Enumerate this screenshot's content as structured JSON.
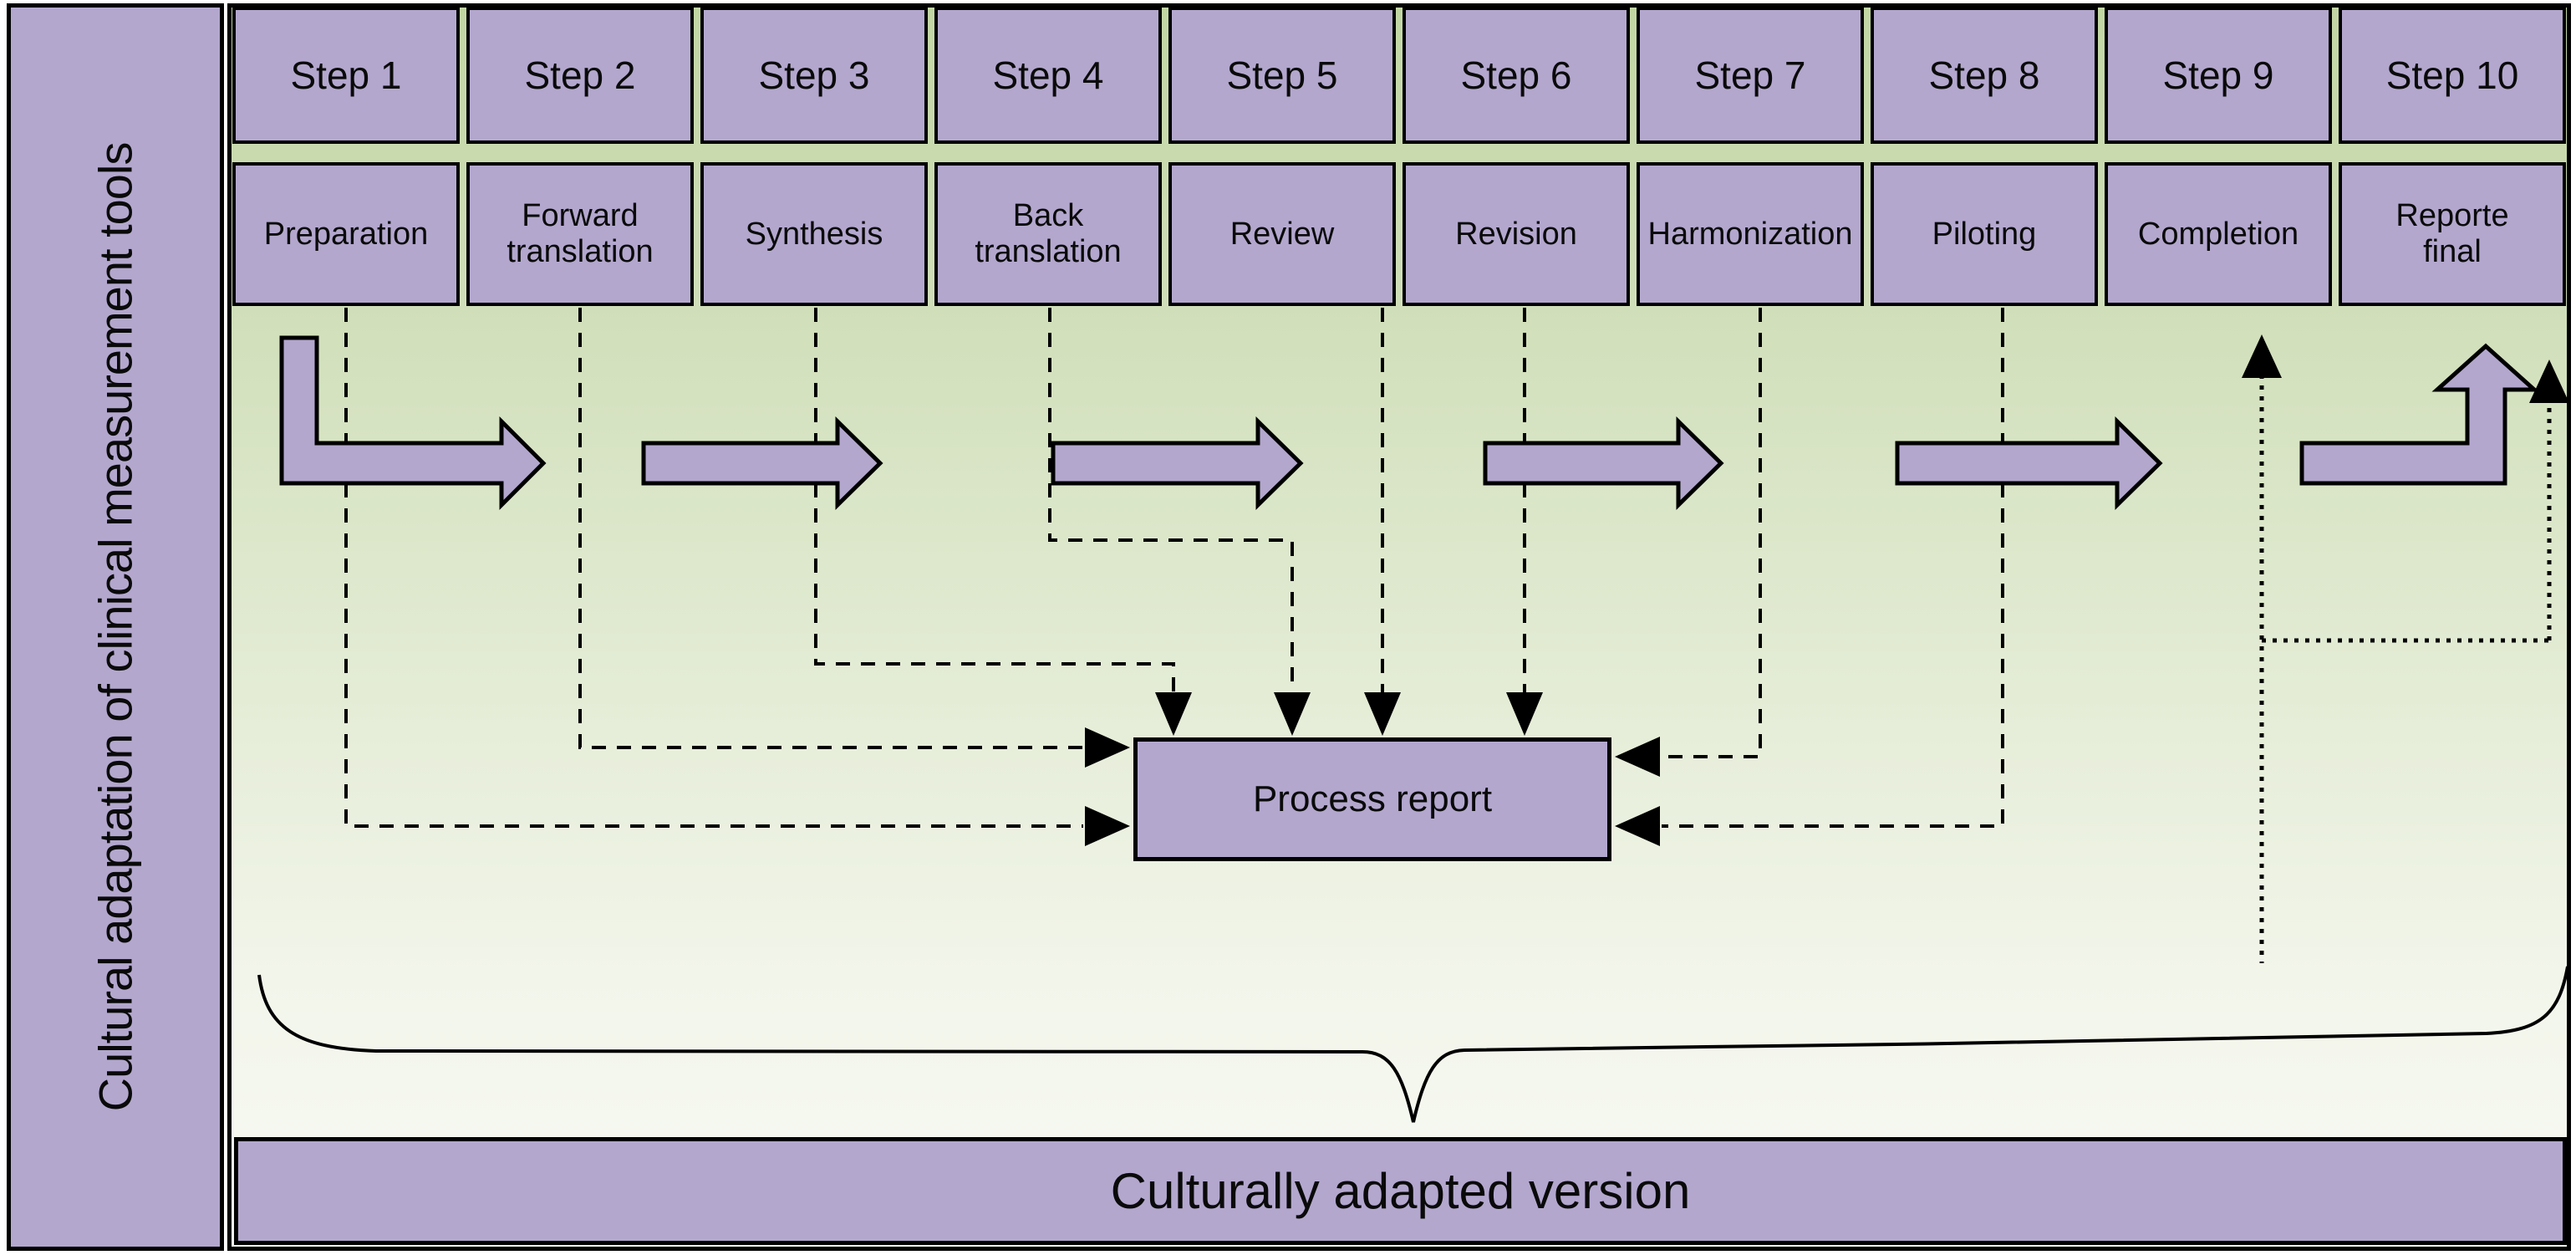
{
  "sidebar": {
    "label": "Cultural adaptation of clinical measurement tools"
  },
  "steps": [
    {
      "step": "Step 1",
      "name": "Preparation"
    },
    {
      "step": "Step 2",
      "name": "Forward\ntranslation"
    },
    {
      "step": "Step 3",
      "name": "Synthesis"
    },
    {
      "step": "Step 4",
      "name": "Back\ntranslation"
    },
    {
      "step": "Step 5",
      "name": "Review"
    },
    {
      "step": "Step 6",
      "name": "Revision"
    },
    {
      "step": "Step 7",
      "name": "Harmonization"
    },
    {
      "step": "Step 8",
      "name": "Piloting"
    },
    {
      "step": "Step 9",
      "name": "Completion"
    },
    {
      "step": "Step 10",
      "name": "Reporte\nfinal"
    }
  ],
  "process_report": {
    "label": "Process report"
  },
  "result_bar": {
    "label": "Culturally adapted version"
  },
  "colors": {
    "purple": "#b3a7ce",
    "green_top": "#c2d6a4",
    "green_bottom": "#f8faf4",
    "line": "#000000"
  }
}
